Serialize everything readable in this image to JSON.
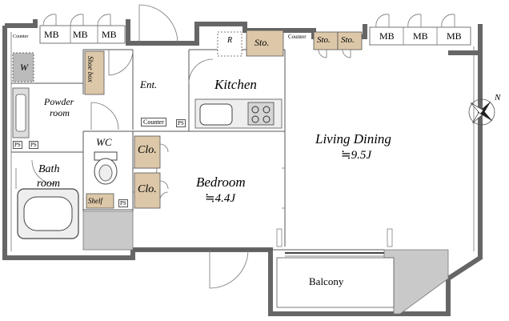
{
  "rooms": {
    "living_dining": {
      "name": "Living Dining",
      "size": "≒9.5J"
    },
    "bedroom": {
      "name": "Bedroom",
      "size": "≒4.4J"
    },
    "kitchen": "Kitchen",
    "entrance": "Ent.",
    "powder_room_1": "Powder",
    "powder_room_2": "room",
    "wc": "WC",
    "bath_1": "Bath",
    "bath_2": "room",
    "balcony": "Balcony",
    "washer": "W"
  },
  "storage": {
    "mb": [
      "MB",
      "MB",
      "MB",
      "MB",
      "MB",
      "MB"
    ],
    "sto_kitchen": "Sto.",
    "sto_living_1": "Sto.",
    "sto_living_2": "Sto.",
    "clo_1": "Clo.",
    "clo_2": "Clo.",
    "shoe_box": "Shoe box",
    "refrigerator": "R",
    "shelf": "Shelf"
  },
  "fixtures": {
    "counter_top_left": "Counter",
    "counter_kitchen": "Counter",
    "counter_living": "Counter",
    "ps_1": "PS",
    "ps_2": "PS",
    "ps_3": "PS",
    "ps_4": "PS"
  },
  "compass": {
    "label": "N"
  }
}
